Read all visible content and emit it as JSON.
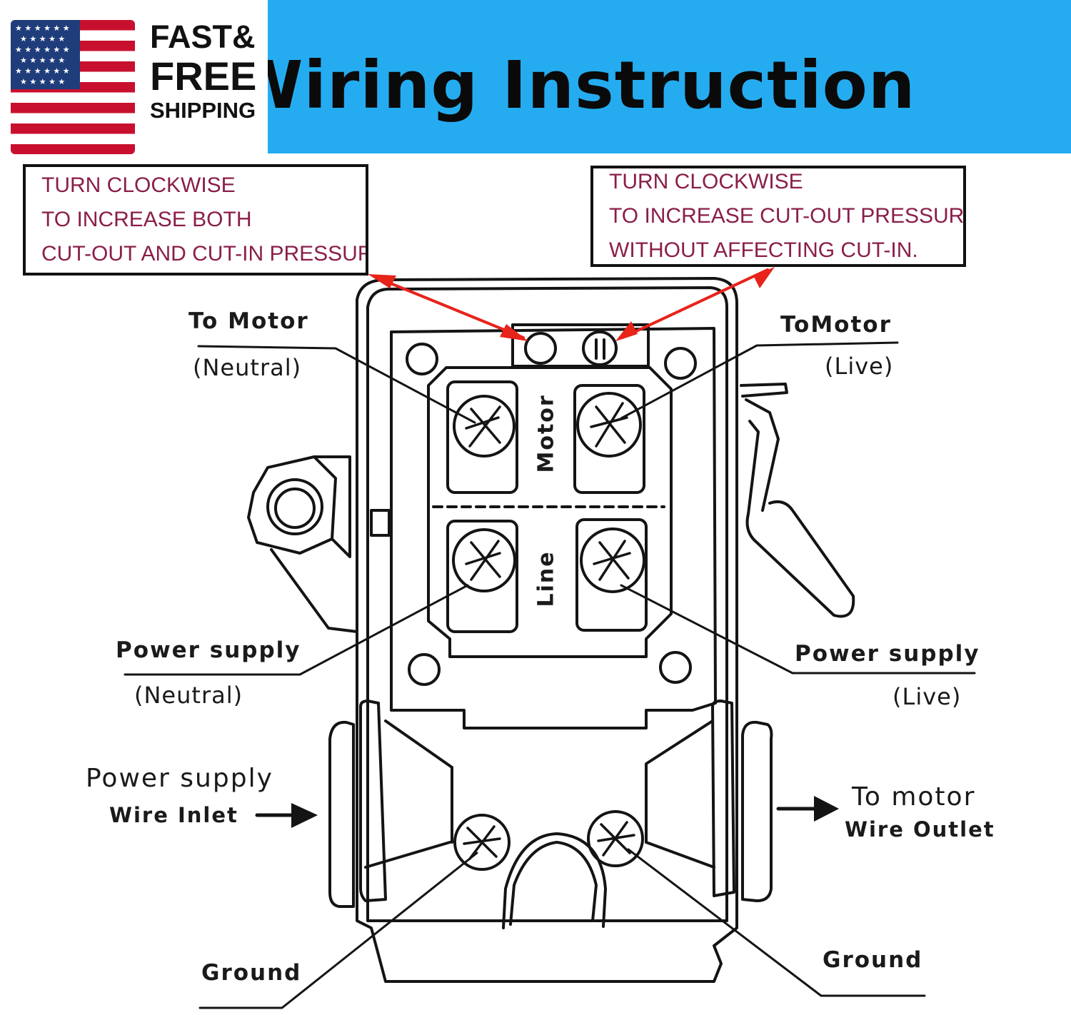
{
  "banner": {
    "title": "Wiring Instruction"
  },
  "badge": {
    "line1": "FAST&",
    "line2": "FREE",
    "line3": "SHIPPING",
    "flag_icon": "us-flag-icon"
  },
  "notes": {
    "left": [
      "TURN CLOCKWISE",
      "TO INCREASE BOTH",
      "CUT-OUT AND CUT-IN PRESSURE."
    ],
    "right": [
      "TURN CLOCKWISE",
      "TO INCREASE CUT-OUT PRESSURE",
      "WITHOUT AFFECTING CUT-IN."
    ]
  },
  "labels": {
    "to_motor_neutral": "To  Motor",
    "neutral_1": "(Neutral)",
    "to_motor_live": "ToMotor",
    "live_1": "(Live)",
    "power_supply_neutral": "Power  supply",
    "neutral_2": "(Neutral)",
    "power_supply_live": "Power  supply",
    "live_2": "(Live)",
    "power_supply_inlet": "Power  supply",
    "wire_inlet": "Wire Inlet",
    "to_motor_outlet": "To  motor",
    "wire_outlet": "Wire Outlet",
    "ground_left": "Ground",
    "ground_right": "Ground",
    "motor_text": "Motor",
    "line_text": "Line"
  },
  "colors": {
    "banner": "#25acf0",
    "note_text": "#8a1e4a",
    "arrow": "#e8231a",
    "flag_red": "#c8102e",
    "flag_blue": "#1f3d7a"
  }
}
